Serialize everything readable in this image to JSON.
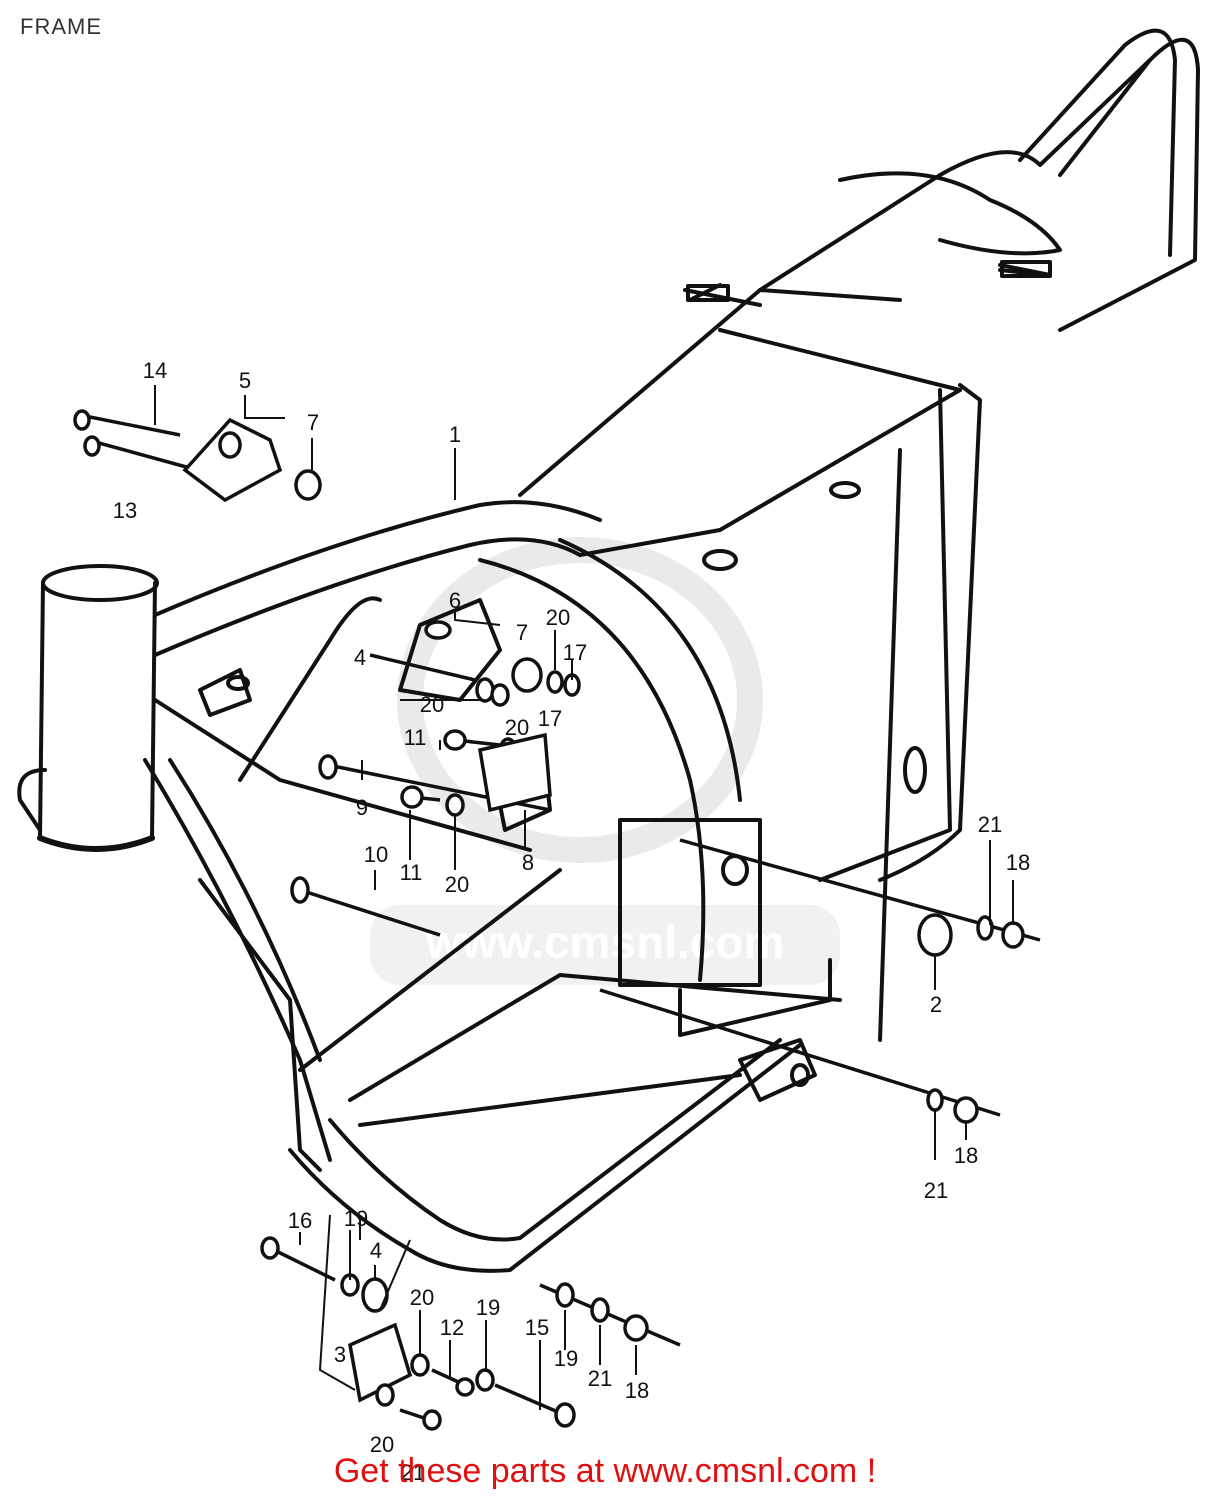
{
  "page": {
    "title": "FRAME"
  },
  "footer": {
    "promo_text": "Get these parts at www.cmsnl.com !"
  },
  "watermark": {
    "text": "www.cmsnl.com"
  },
  "colors": {
    "promo_red": "#e01010",
    "line_ink": "#111111",
    "watermark_gray": "#d8d8d8"
  },
  "part_numbers": [
    "14",
    "5",
    "7",
    "13",
    "1",
    "6",
    "7",
    "20",
    "17",
    "4",
    "20",
    "17",
    "20",
    "11",
    "9",
    "11",
    "20",
    "8",
    "10",
    "21",
    "18",
    "2",
    "18",
    "21",
    "16",
    "19",
    "4",
    "20",
    "12",
    "19",
    "15",
    "19",
    "21",
    "18",
    "3",
    "20",
    "21"
  ]
}
